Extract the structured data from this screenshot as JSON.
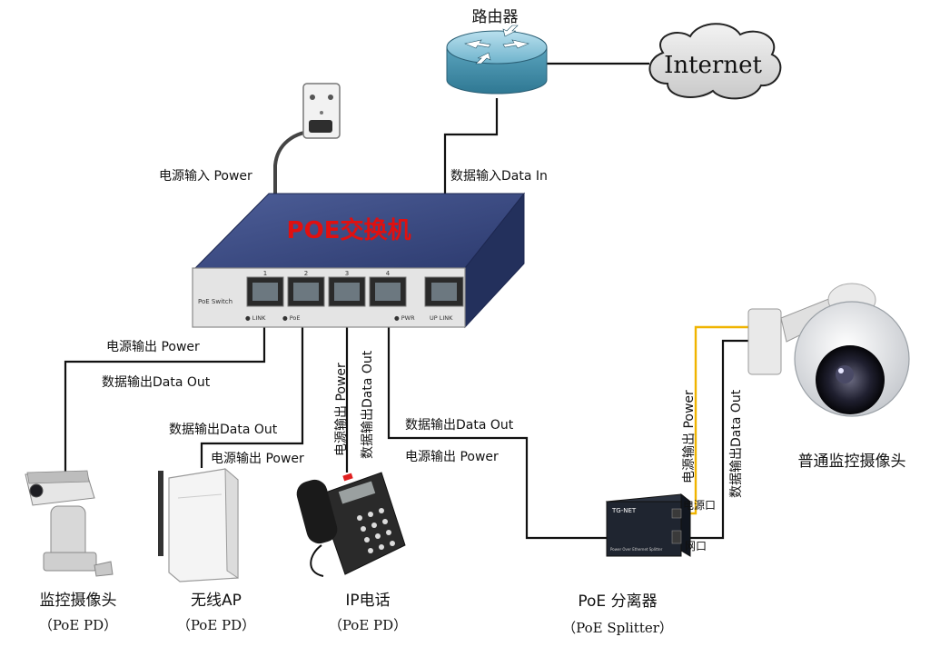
{
  "router": {
    "label": "路由器"
  },
  "internet": {
    "label": "Internet"
  },
  "switch": {
    "title": "POE交换机",
    "brand": "PoE Switch",
    "ports": [
      "1",
      "2",
      "3",
      "4"
    ],
    "led_labels": [
      "● LINK",
      "● PoE",
      "● PWR",
      "UP LINK"
    ],
    "power_in": "电源输入 Power",
    "data_in": "数据输入Data In"
  },
  "links": {
    "p1_power": "电源输出 Power",
    "p1_data": "数据输出Data Out",
    "p2_data": "数据输出Data Out",
    "p2_power": "电源输出 Power",
    "p3_power": "电源输出 Power",
    "p3_data": "数据输出Data Out",
    "p4_data": "数据输出Data Out",
    "p4_power": "电源输出 Power",
    "cam_power": "电源输出 Power",
    "cam_data": "数据输出Data Out"
  },
  "devices": {
    "camera1": {
      "name": "监控摄像头",
      "type": "（PoE PD）"
    },
    "ap": {
      "name": "无线AP",
      "type": "（PoE PD）"
    },
    "phone": {
      "name": "IP电话",
      "type": "（PoE PD）"
    },
    "splitter": {
      "name": "PoE 分离器",
      "type": "（PoE Splitter）",
      "brand": "TG-NET",
      "caption": "Power Over Ethernet Splitter",
      "port_power": "电源口",
      "port_net": "网口"
    },
    "dome_camera": {
      "name": "普通监控摄像头"
    }
  }
}
